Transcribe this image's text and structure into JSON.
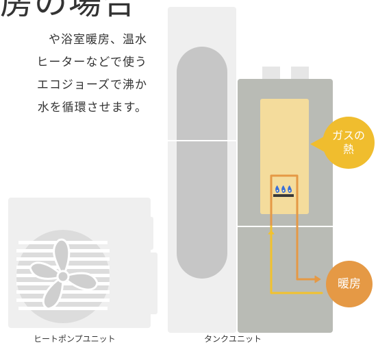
{
  "heading": {
    "title": "房の場合",
    "lines": [
      "や浴室暖房、温水",
      "ヒーターなどで使う",
      "エコジョーズで沸か",
      "水を循環させます。"
    ]
  },
  "labels": {
    "gas_heat_line1": "ガスの",
    "gas_heat_line2": "熱",
    "heating": "暖房"
  },
  "captions": {
    "heat_pump_unit": "ヒートポンプユニット",
    "tank_unit": "タンクユニット"
  },
  "colors": {
    "unit_light_gray": "#efefef",
    "unit_mid_gray": "#c6c6c6",
    "tank_body": "#b9bbb5",
    "burner_box": "#f4dc9c",
    "supply_line": "#f2c22d",
    "return_line": "#e59945",
    "gas_bubble": "#f0bd2e",
    "heating_bubble": "#e59945",
    "flame_blue": "#3a6fd8"
  }
}
